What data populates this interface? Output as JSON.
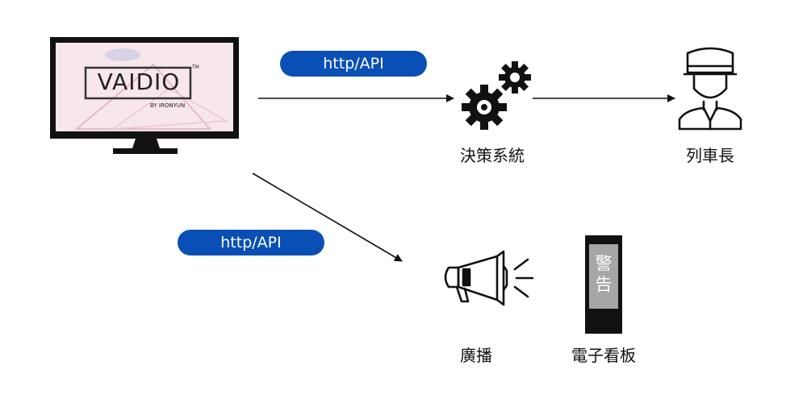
{
  "pills": {
    "top": "http/API",
    "bottom": "http/API"
  },
  "logo": {
    "mark": "VAIDIO",
    "trademark": "TM",
    "tagline": "BY IRONYUN"
  },
  "nodes": {
    "decision": "決策系統",
    "conductor": "列車長",
    "broadcast": "廣播",
    "signboard": "電子看板"
  },
  "sign": {
    "line1": "警",
    "line2": "告"
  },
  "colors": {
    "pill_bg": "#0a4fb5",
    "gear": "#111111",
    "monitor": "#111111",
    "sign_panel": "#a6a6a6",
    "logo_bg": "#f7e7ea"
  },
  "icons": {
    "monitor": "monitor-icon",
    "gears": "gears-icon",
    "conductor": "conductor-icon",
    "megaphone": "megaphone-icon",
    "signboard": "signboard-icon"
  }
}
